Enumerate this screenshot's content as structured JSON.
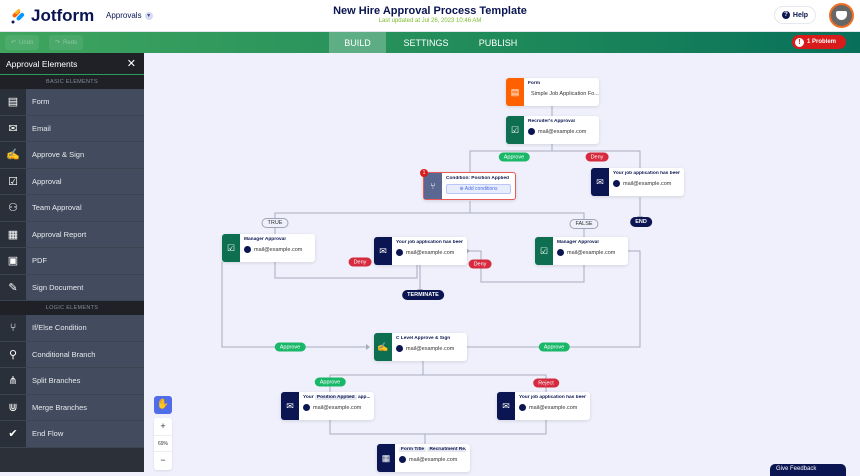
{
  "header": {
    "brand": "Jotform",
    "app_selector": "Approvals",
    "title": "New Hire Approval Process Template",
    "last_updated": "Last updated at Jul 26, 2023 10:46 AM",
    "help_label": "Help"
  },
  "toolbar": {
    "undo": "Undo",
    "redo": "Redo",
    "tabs": [
      {
        "label": "BUILD",
        "active": true
      },
      {
        "label": "SETTINGS"
      },
      {
        "label": "PUBLISH"
      }
    ],
    "problems": "1 Problem",
    "accent": "#2a9d5a"
  },
  "sidebar": {
    "title": "Approval Elements",
    "basic_heading": "BASIC ELEMENTS",
    "logic_heading": "LOGIC ELEMENTS",
    "basic": [
      {
        "label": "Form",
        "icon": "form-icon"
      },
      {
        "label": "Email",
        "icon": "email-icon"
      },
      {
        "label": "Approve & Sign",
        "icon": "approve-sign-icon"
      },
      {
        "label": "Approval",
        "icon": "approval-icon"
      },
      {
        "label": "Team Approval",
        "icon": "team-icon"
      },
      {
        "label": "Approval Report",
        "icon": "report-icon"
      },
      {
        "label": "PDF",
        "icon": "pdf-icon"
      },
      {
        "label": "Sign Document",
        "icon": "sign-document-icon"
      }
    ],
    "logic": [
      {
        "label": "If/Else Condition",
        "icon": "condition-icon"
      },
      {
        "label": "Conditional Branch",
        "icon": "branch-icon"
      },
      {
        "label": "Split Branches",
        "icon": "split-icon"
      },
      {
        "label": "Merge Branches",
        "icon": "merge-icon"
      },
      {
        "label": "End Flow",
        "icon": "check-circle-icon"
      }
    ]
  },
  "flow": {
    "nodes": [
      {
        "title": "Form",
        "sub": "Simple Job Application Fo...",
        "type": "form"
      },
      {
        "title": "Recruiter's Approval",
        "sub": "mail@example.com",
        "type": "approval"
      },
      {
        "title": "Condition: Position Applied",
        "sub": "Add conditions",
        "type": "condition",
        "error_badge": "1"
      },
      {
        "title": "Your job application has been...",
        "sub": "mail@example.com",
        "type": "email"
      },
      {
        "title": "Manager Approval",
        "sub": "mail@example.com",
        "type": "approval"
      },
      {
        "title": "Your job application has been...",
        "sub": "mail@example.com",
        "type": "email"
      },
      {
        "title": "Manager Approval",
        "sub": "mail@example.com",
        "type": "approval"
      },
      {
        "title": "C Level Approve & Sign",
        "sub": "mail@example.com",
        "type": "sign"
      },
      {
        "title_parts": [
          "Your",
          "Position Applied",
          "app..."
        ],
        "sub": "mail@example.com",
        "type": "email"
      },
      {
        "title": "Your job application has been...",
        "sub": "mail@example.com",
        "type": "email"
      },
      {
        "title_parts": [
          "Form Title",
          "Recruitment Re..."
        ],
        "sub": "mail@example.com",
        "type": "report"
      }
    ],
    "labels": {
      "approve": "Approve",
      "deny": "Deny",
      "reject": "Reject",
      "true": "TRUE",
      "false": "FALSE",
      "end": "END",
      "terminate": "TERMINATE"
    }
  },
  "zoom": {
    "level": "69%",
    "plus": "+",
    "minus": "−"
  },
  "feedback": "Give Feedback"
}
